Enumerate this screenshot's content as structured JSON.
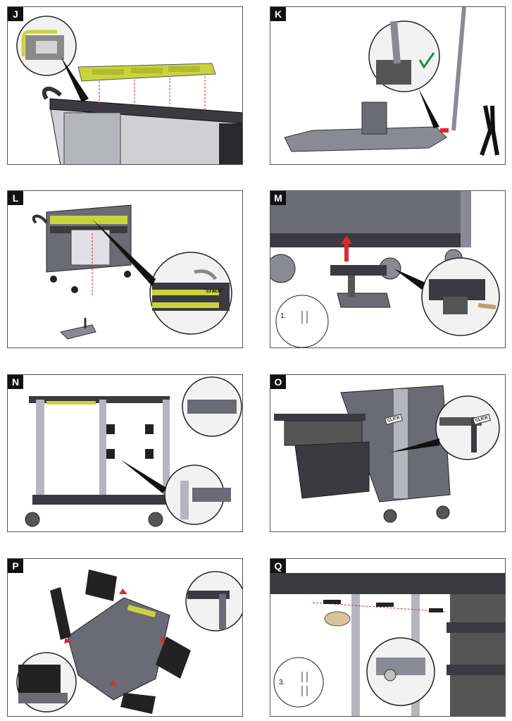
{
  "panels": {
    "J": {
      "label": "J"
    },
    "K": {
      "label": "K"
    },
    "L": {
      "label": "L",
      "callout": "\"crack\""
    },
    "M": {
      "label": "M",
      "step": "1."
    },
    "N": {
      "label": "N"
    },
    "O": {
      "label": "O",
      "click1": "CLICK",
      "click2": "CLICK"
    },
    "P": {
      "label": "P"
    },
    "Q": {
      "label": "Q",
      "step": "3."
    }
  },
  "colors": {
    "accent_yellow": "#c9d43a",
    "arrow_red": "#e0282c",
    "body_gray": "#6b6b75",
    "dark": "#2a2a2e",
    "check_green": "#1f8a4c"
  }
}
